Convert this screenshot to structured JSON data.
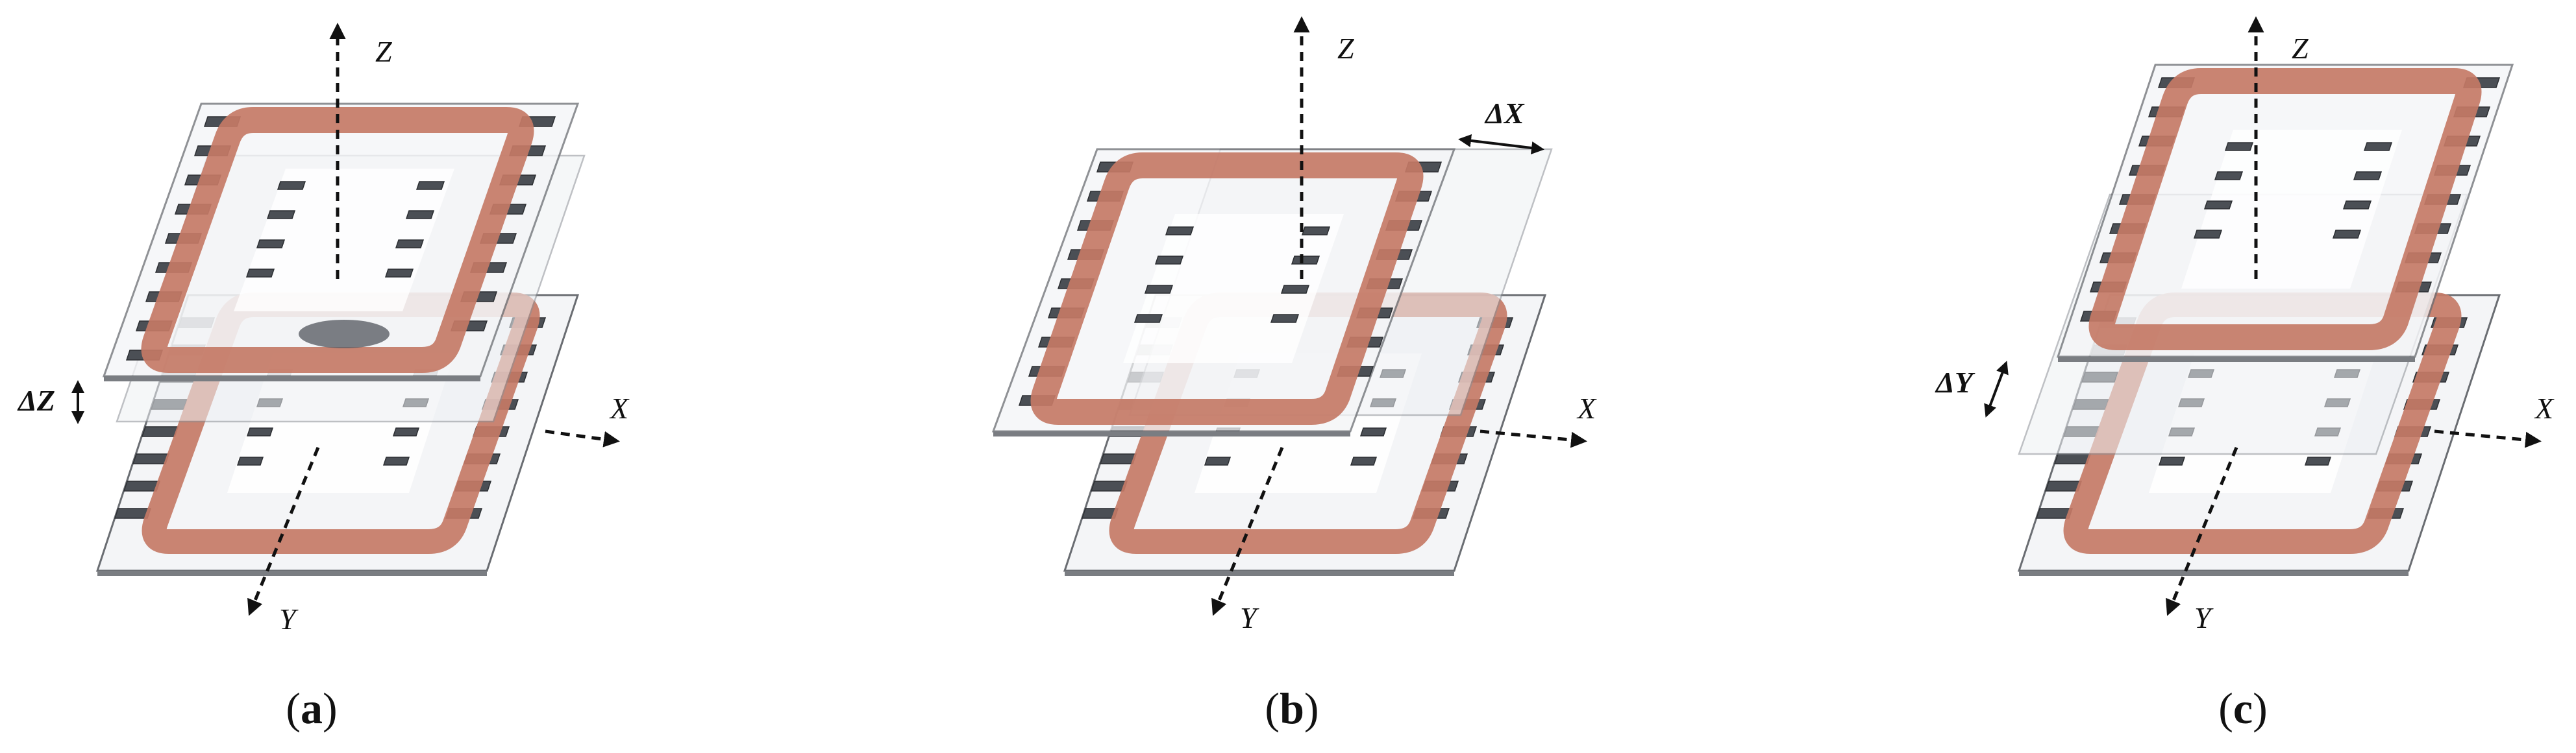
{
  "panels": [
    {
      "id": "a",
      "caption_open": "(",
      "caption_letter": "a",
      "caption_close": ")",
      "axes": {
        "x": "X",
        "y": "Y",
        "z": "Z"
      },
      "displacement_label": "ΔZ",
      "displacement_axis": "z"
    },
    {
      "id": "b",
      "caption_open": "(",
      "caption_letter": "b",
      "caption_close": ")",
      "axes": {
        "x": "X",
        "y": "Y",
        "z": "Z"
      },
      "displacement_label": "ΔX",
      "displacement_axis": "x"
    },
    {
      "id": "c",
      "caption_open": "(",
      "caption_letter": "c",
      "caption_close": ")",
      "axes": {
        "x": "X",
        "y": "Y",
        "z": "Z"
      },
      "displacement_label": "ΔY",
      "displacement_axis": "y"
    }
  ],
  "colors": {
    "copper": "#c47a66",
    "copper_light": "#e6a596",
    "ferrite": "#4b4f55",
    "substrate": "#f4f5f7",
    "ink": "#111111"
  },
  "icons": {
    "coil": "planar-coil-icon",
    "ferrite_bar": "ferrite-bar-icon"
  }
}
